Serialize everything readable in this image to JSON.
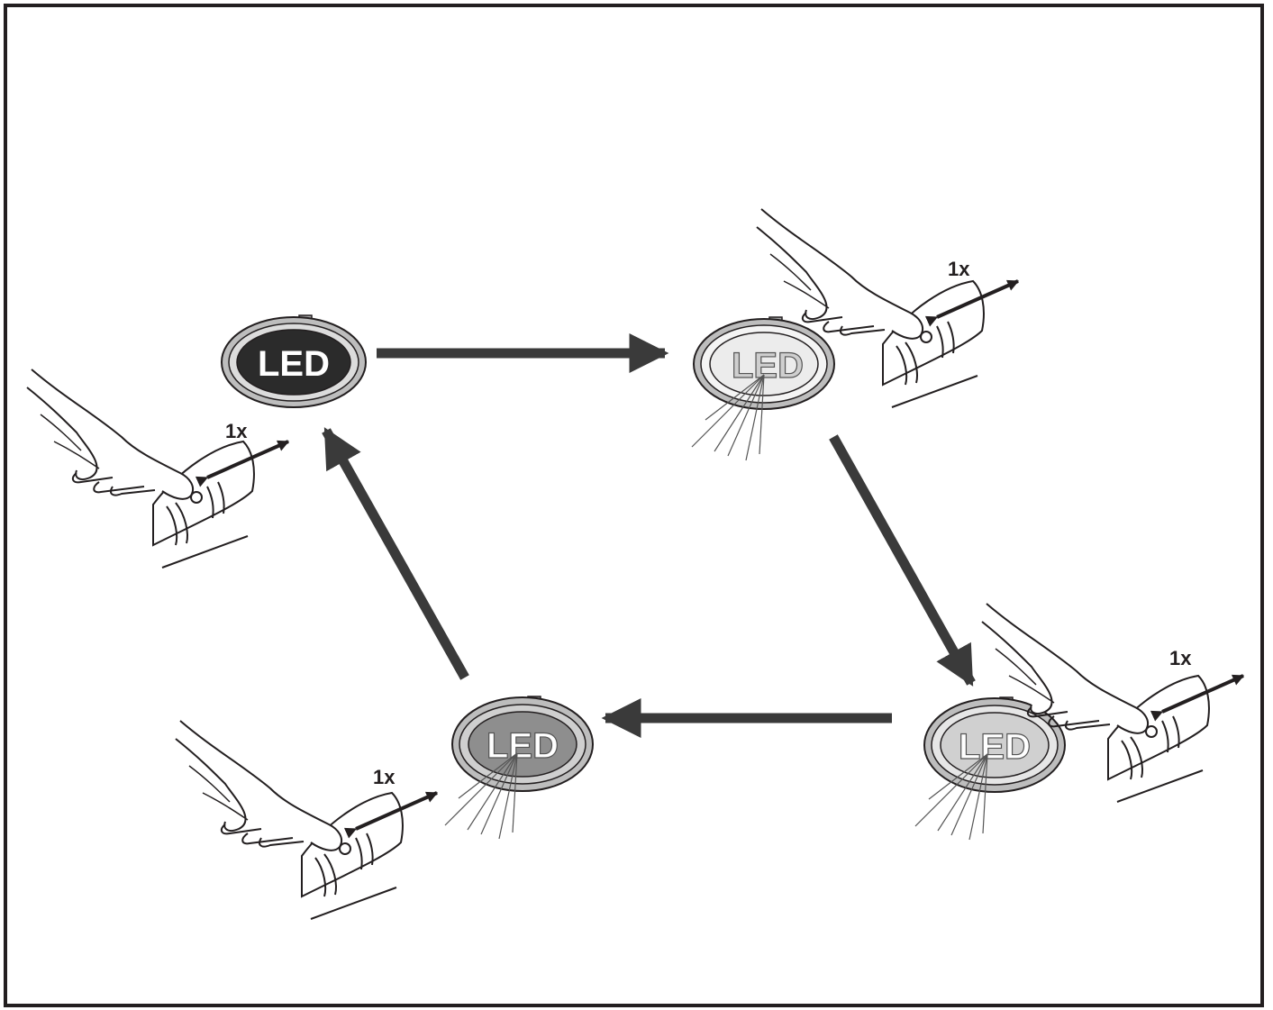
{
  "states": [
    {
      "id": "off",
      "led_label": "LED",
      "press_label": "1x",
      "disc_fill": "#2b2b2b",
      "text_fill": "#ffffff"
    },
    {
      "id": "bright",
      "led_label": "LED",
      "press_label": "1x",
      "disc_fill": "#ececec",
      "text_fill": "#cfcfcf"
    },
    {
      "id": "medium",
      "led_label": "LED",
      "press_label": "1x",
      "disc_fill": "#d0d0d0",
      "text_fill": "#ffffff"
    },
    {
      "id": "dim",
      "led_label": "LED",
      "press_label": "1x",
      "disc_fill": "#8e8e8e",
      "text_fill": "#ffffff"
    }
  ],
  "colors": {
    "arrow": "#3a3a3a",
    "outline": "#231f20",
    "ring": "#9a9a9a"
  },
  "icons": [
    "hand-pressing-button-icon",
    "led-light-disc-icon",
    "cycle-arrow-icon",
    "double-arrow-icon"
  ]
}
